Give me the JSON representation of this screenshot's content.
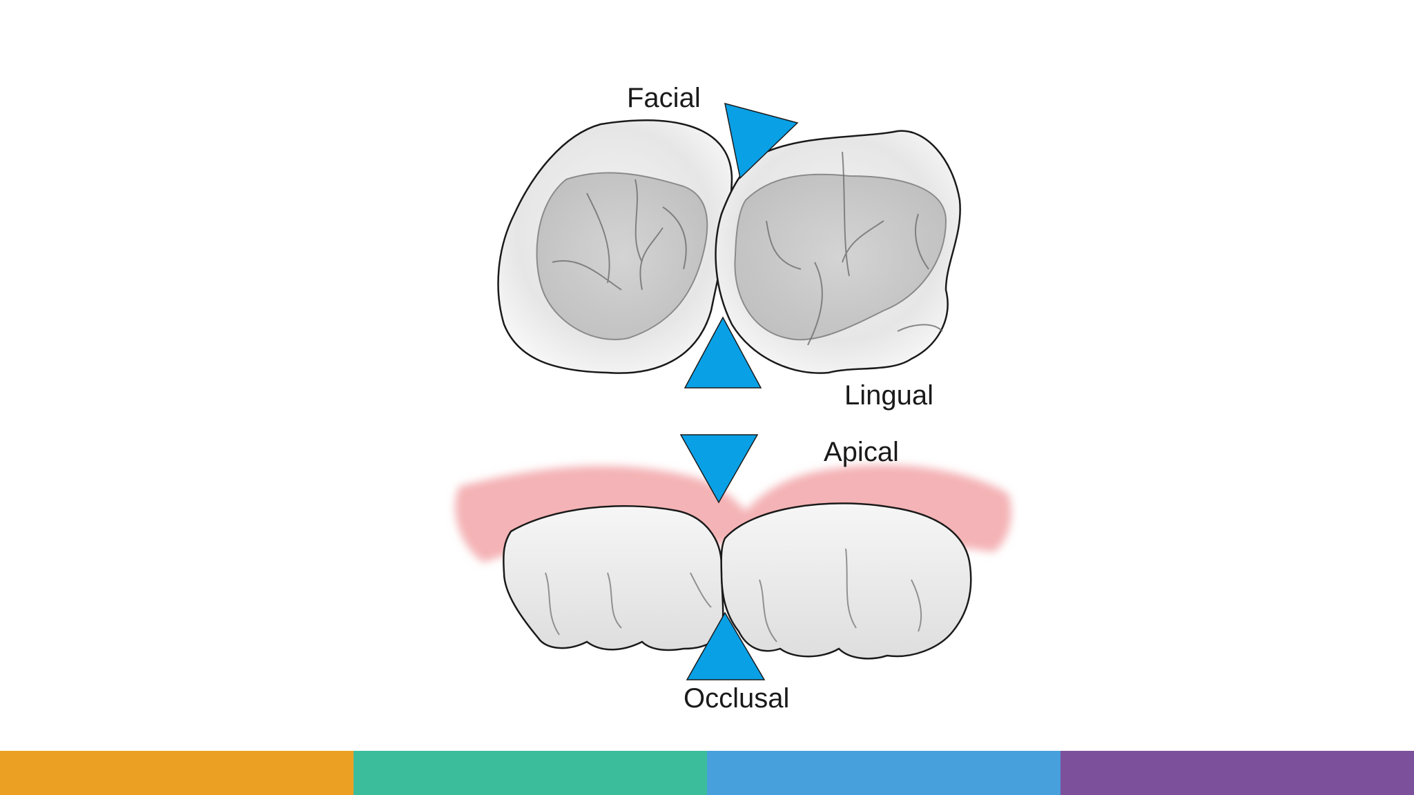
{
  "figure": {
    "labels": {
      "facial": "Facial",
      "lingual": "Lingual",
      "apical": "Apical",
      "occlusal": "Occlusal"
    },
    "colors": {
      "arrow": "#0aa0e6",
      "gingiva": "#f4b3b6",
      "tooth": "#ededed",
      "outline": "#1a1a1a"
    }
  },
  "bottom_bar": {
    "colors": [
      "#eca023",
      "#3bbd9b",
      "#47a0dc",
      "#7c509b"
    ]
  }
}
